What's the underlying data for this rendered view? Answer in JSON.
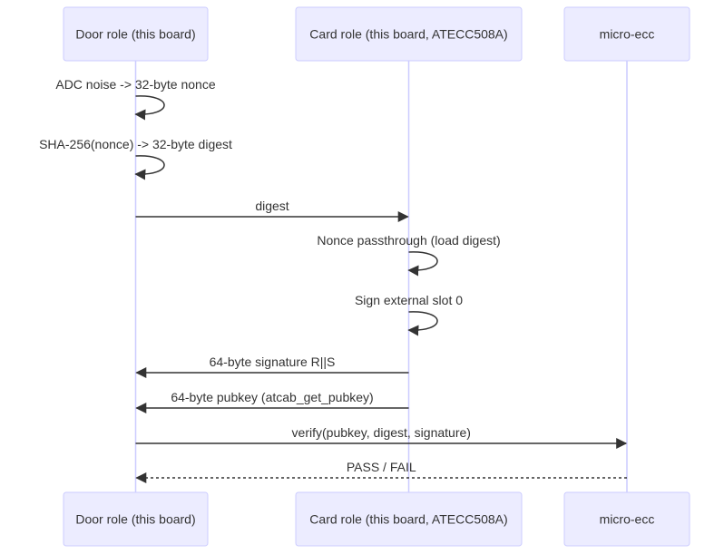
{
  "diagram": {
    "type": "sequence",
    "actors": [
      {
        "id": "door",
        "label": "Door role (this board)"
      },
      {
        "id": "card",
        "label": "Card role (this board, ATECC508A)"
      },
      {
        "id": "ecc",
        "label": "micro-ecc"
      }
    ],
    "messages": [
      {
        "from": "door",
        "to": "door",
        "label": "ADC noise -> 32-byte nonce",
        "style": "solid"
      },
      {
        "from": "door",
        "to": "door",
        "label": "SHA-256(nonce) -> 32-byte digest",
        "style": "solid"
      },
      {
        "from": "door",
        "to": "card",
        "label": "digest",
        "style": "solid"
      },
      {
        "from": "card",
        "to": "card",
        "label": "Nonce passthrough (load digest)",
        "style": "solid"
      },
      {
        "from": "card",
        "to": "card",
        "label": "Sign external slot 0",
        "style": "solid"
      },
      {
        "from": "card",
        "to": "door",
        "label": "64-byte signature R||S",
        "style": "solid"
      },
      {
        "from": "card",
        "to": "door",
        "label": "64-byte pubkey (atcab_get_pubkey)",
        "style": "solid"
      },
      {
        "from": "door",
        "to": "ecc",
        "label": "verify(pubkey, digest, signature)",
        "style": "solid"
      },
      {
        "from": "ecc",
        "to": "door",
        "label": "PASS / FAIL",
        "style": "dotted"
      }
    ]
  },
  "colors": {
    "actor_fill": "#ECECFF",
    "actor_border": "#CCCCFF",
    "lifeline": "#CCCCFF",
    "line": "#333333",
    "text": "#333333"
  }
}
